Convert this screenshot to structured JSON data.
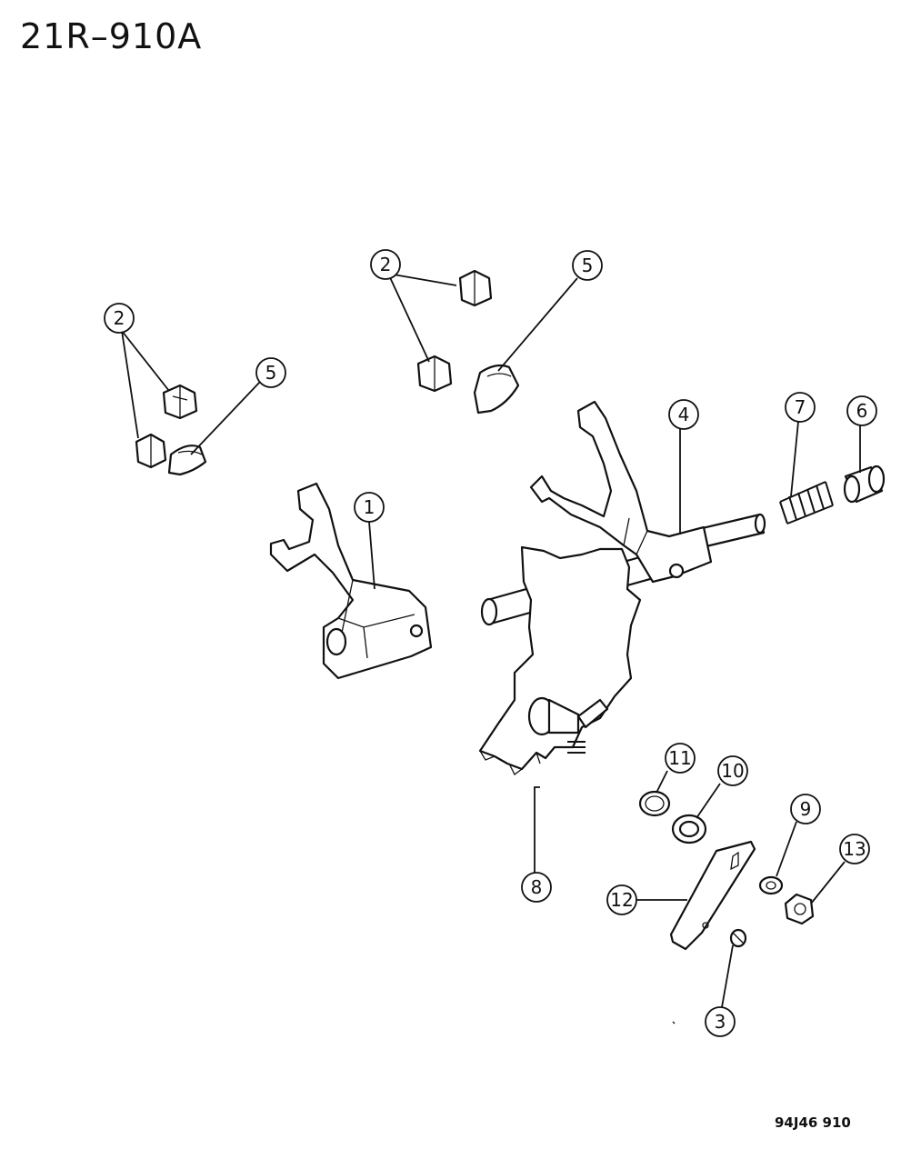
{
  "diagram_code": "21R–910A",
  "figure_code": "94J46 910",
  "callouts": {
    "c1": "1",
    "c2a": "2",
    "c2b": "2",
    "c3": "3",
    "c4": "4",
    "c5a": "5",
    "c5b": "5",
    "c6": "6",
    "c7": "7",
    "c8": "8",
    "c9": "9",
    "c10": "10",
    "c11": "11",
    "c12": "12",
    "c13": "13"
  }
}
